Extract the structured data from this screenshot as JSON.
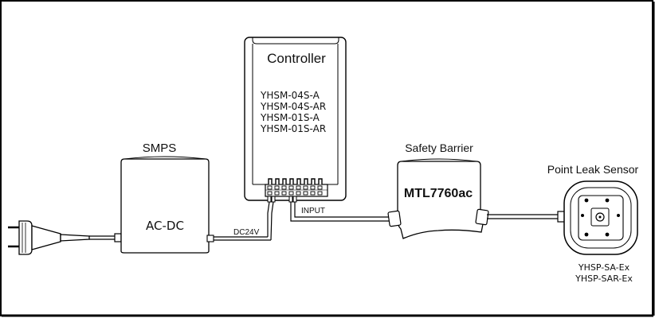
{
  "controller": {
    "title": "Controller",
    "models": [
      "YHSM-04S-A",
      "YHSM-04S-AR",
      "YHSM-01S-A",
      "YHSM-01S-AR"
    ],
    "input_label": "INPUT"
  },
  "smps": {
    "title": "SMPS",
    "label": "AC-DC",
    "output_label": "DC24V"
  },
  "barrier": {
    "title": "Safety Barrier",
    "model": "MTL7760ac"
  },
  "sensor": {
    "title": "Point Leak Sensor",
    "models": [
      "YHSP-SA-Ex",
      "YHSP-SAR-Ex"
    ]
  }
}
